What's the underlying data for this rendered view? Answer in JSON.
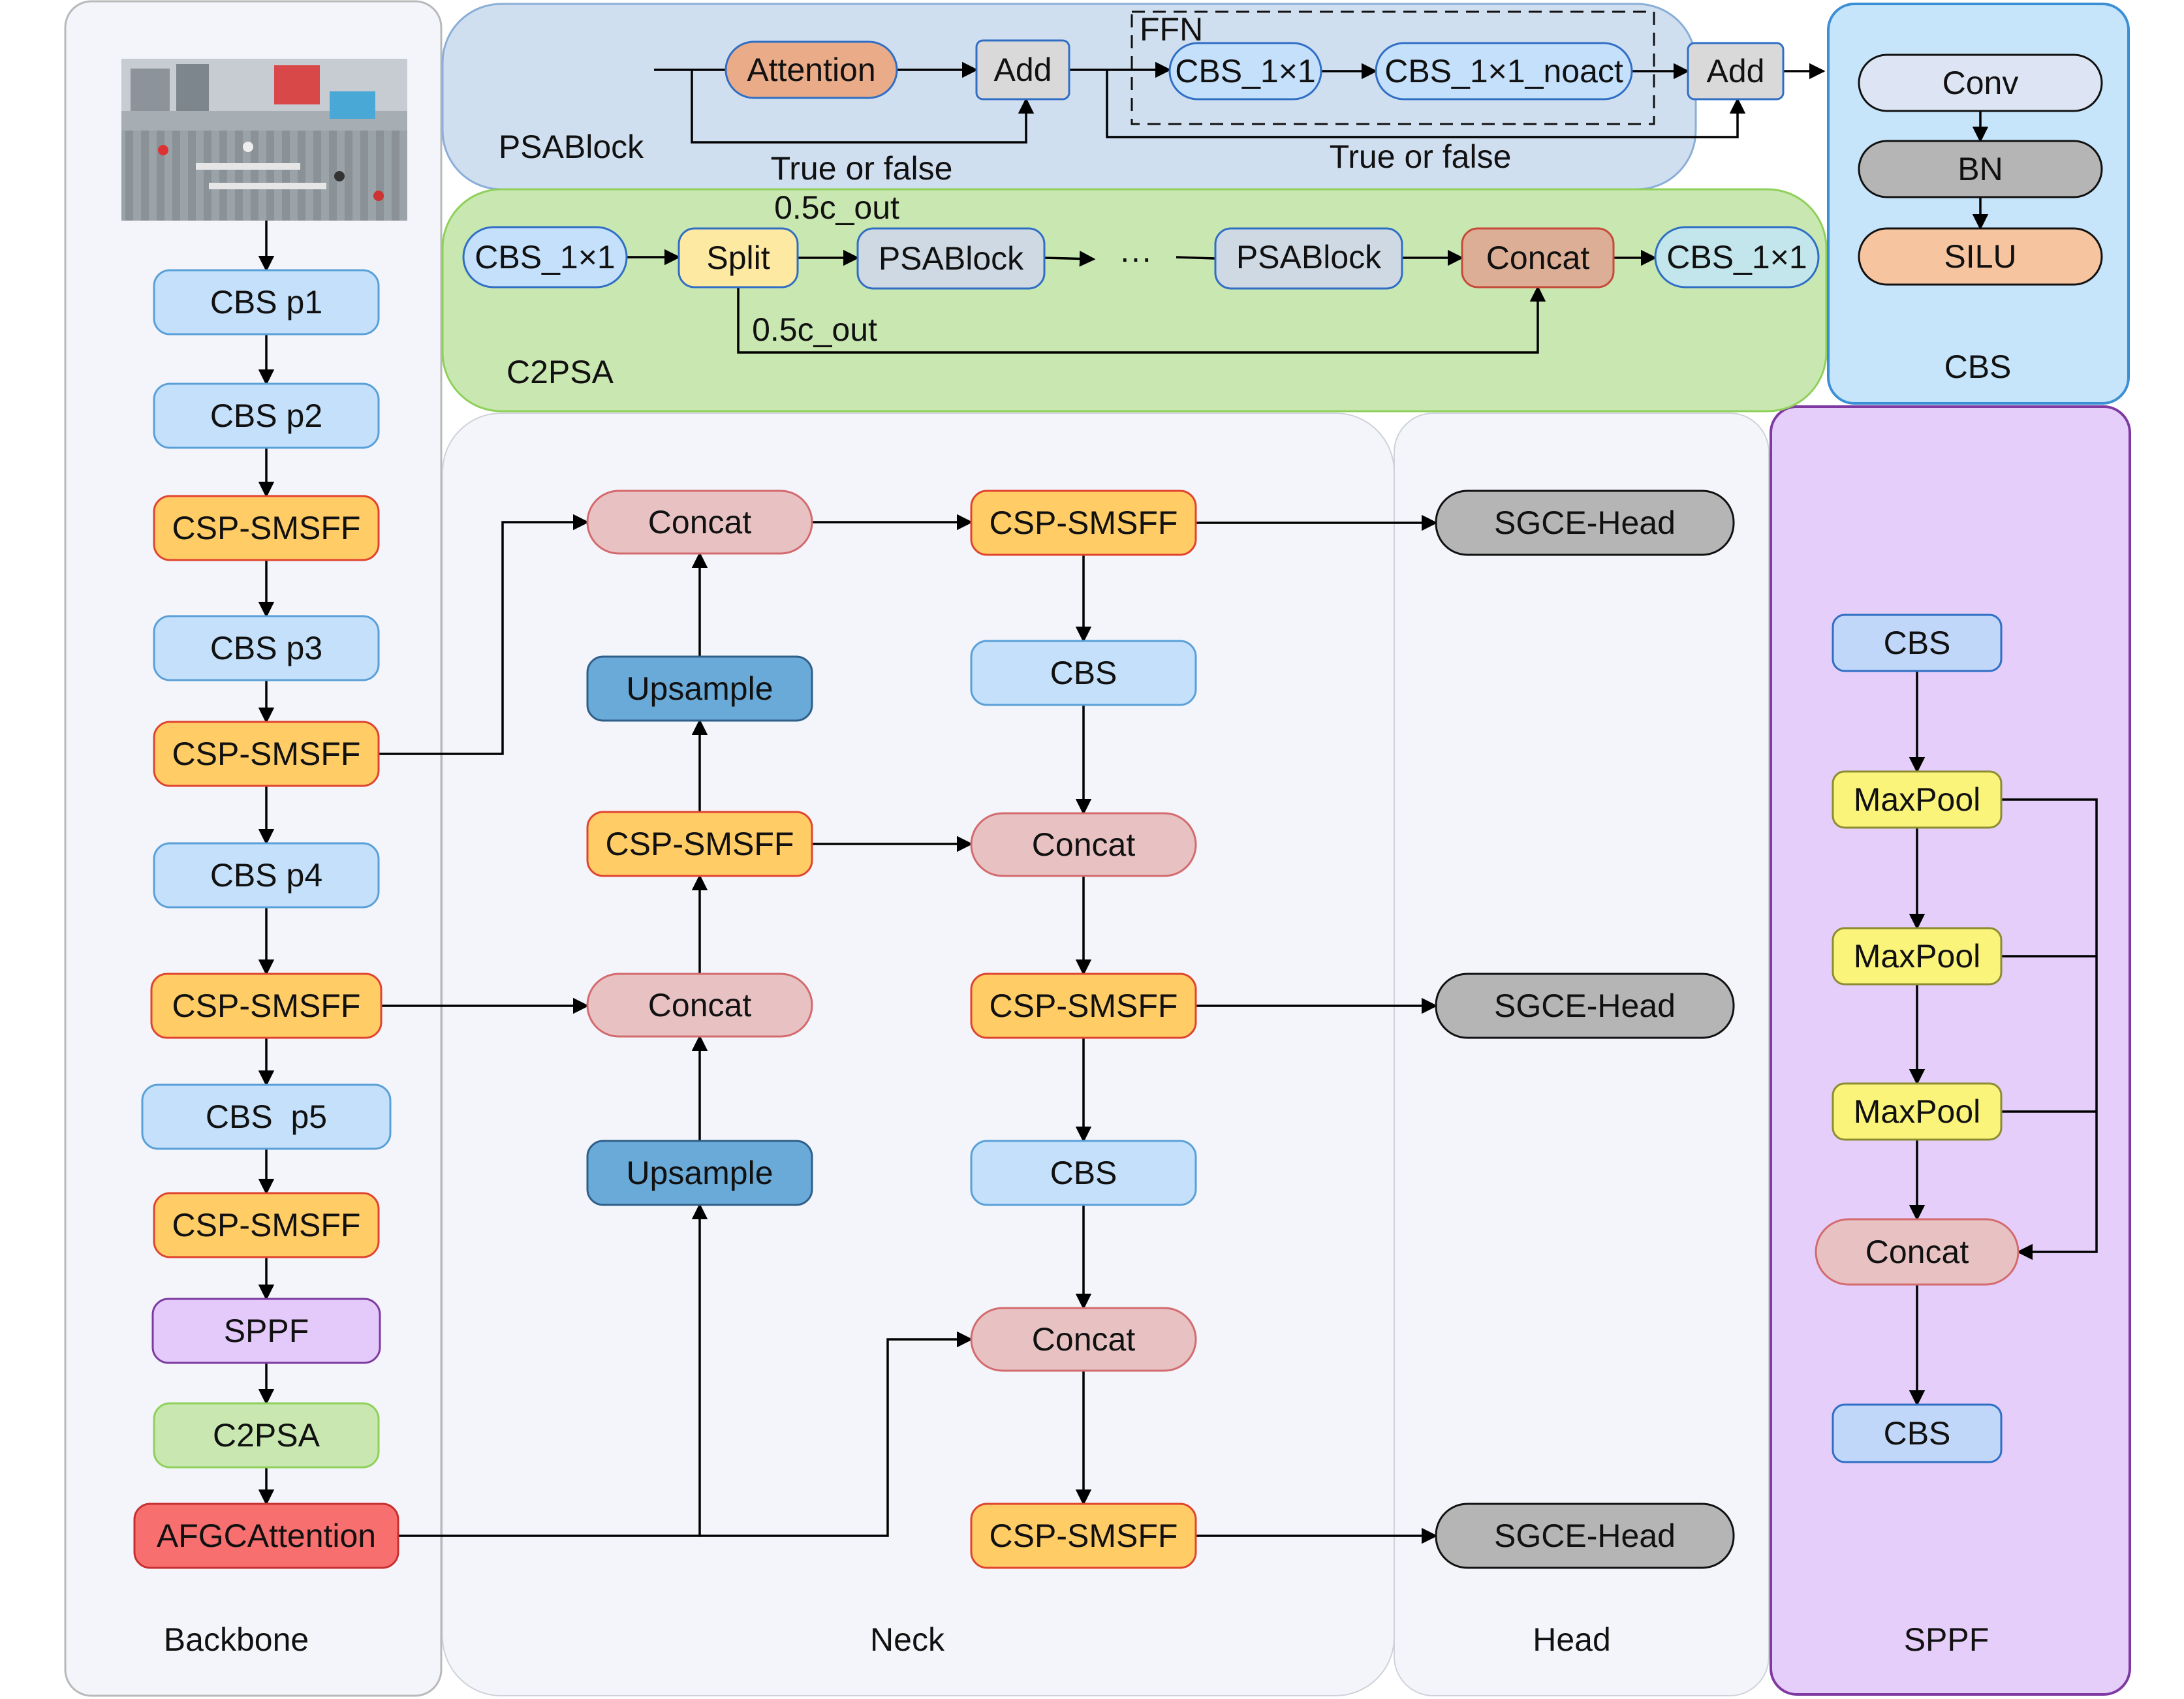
{
  "colors": {
    "cbs_light": "#c4e0fb",
    "cbs_mid": "#c1d7f9",
    "csp": "#ffcc66",
    "csp_border": "#e0442f",
    "concat": "#e8c2c3",
    "upsample": "#6aaad8",
    "head": "#b5b5b5",
    "sppf_panel": "#e5cffa",
    "psa_panel": "#d0dff0",
    "c2psa_panel": "#c9e7b0",
    "cbs_panel": "#c6e4fa",
    "maxpool": "#fbf47a",
    "attention": "#e9ab88",
    "add": "#d9d9d9",
    "split": "#fde9a1",
    "afgc": "#f76f6f"
  },
  "sections": {
    "backbone": "Backbone",
    "neck": "Neck",
    "head": "Head",
    "sppf": "SPPF",
    "psablock": "PSABlock",
    "c2psa": "C2PSA",
    "cbs": "CBS"
  },
  "backbone": {
    "image_alt": "traffic-intersection-photo",
    "blocks": [
      "CBS p1",
      "CBS p2",
      "CSP-SMSFF",
      "CBS p3",
      "CSP-SMSFF",
      "CBS p4",
      "CSP-SMSFF",
      "CBS  p5",
      "CSP-SMSFF",
      "SPPF",
      "C2PSA",
      "AFGCAttention"
    ]
  },
  "neck": {
    "left_col": [
      "Concat",
      "Upsample",
      "CSP-SMSFF",
      "Concat",
      "Upsample"
    ],
    "right_col": [
      "CSP-SMSFF",
      "CBS",
      "Concat",
      "CSP-SMSFF",
      "CBS",
      "Concat",
      "CSP-SMSFF"
    ]
  },
  "head": {
    "blocks": [
      "SGCE-Head",
      "SGCE-Head",
      "SGCE-Head"
    ]
  },
  "sppf_detail": {
    "blocks": [
      "CBS",
      "MaxPool",
      "MaxPool",
      "MaxPool",
      "Concat",
      "CBS"
    ]
  },
  "cbs_detail": {
    "blocks": [
      "Conv",
      "BN",
      "SILU"
    ]
  },
  "psablock": {
    "attention": "Attention",
    "add1": "Add",
    "ffn_label": "FFN",
    "ffn_cbs1": "CBS_1×1",
    "ffn_cbs2": "CBS_1×1_noact",
    "add2": "Add",
    "skip1": "True or false",
    "skip2": "True or false"
  },
  "c2psa": {
    "cbs_in": "CBS_1×1",
    "split": "Split",
    "psablock1": "PSABlock",
    "ellipsis": "···",
    "psablock2": "PSABlock",
    "concat": "Concat",
    "cbs_out": "CBS_1×1",
    "split_top": "0.5c_out",
    "split_bottom": "0.5c_out"
  }
}
